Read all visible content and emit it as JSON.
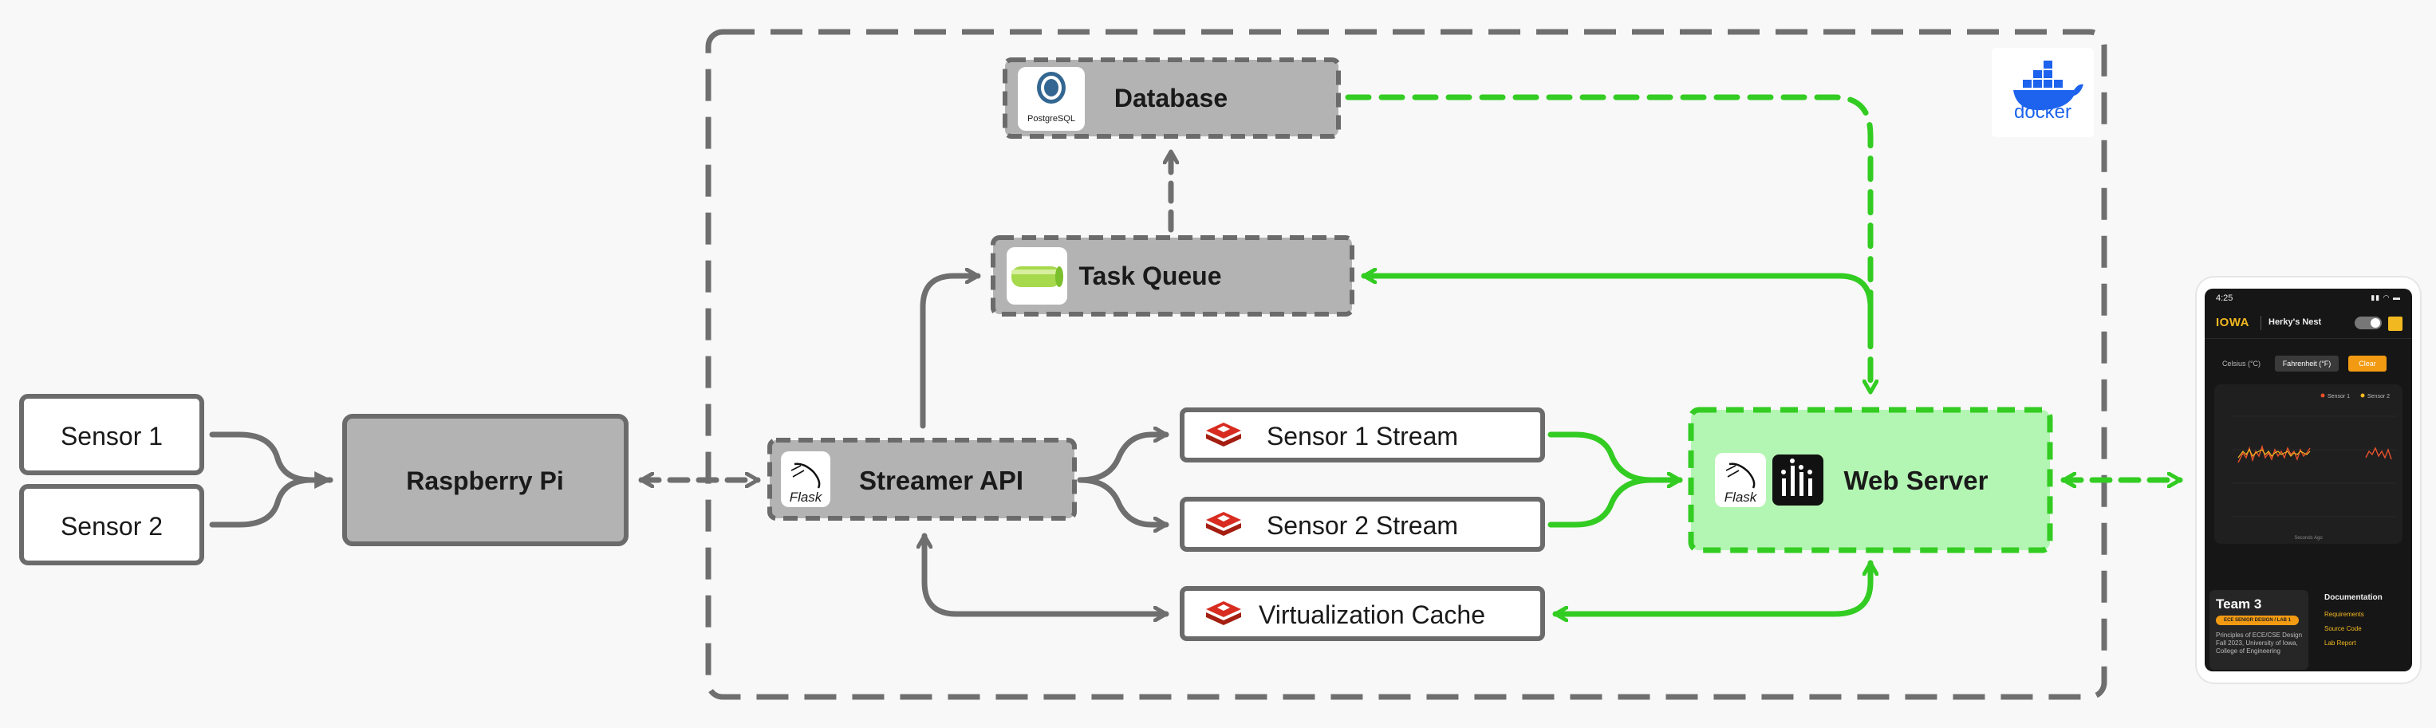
{
  "nodes": {
    "sensor1": "Sensor 1",
    "sensor2": "Sensor 2",
    "raspberry_pi": "Raspberry Pi",
    "streamer_api": "Streamer API",
    "task_queue": "Task Queue",
    "database": "Database",
    "sensor1_stream": "Sensor 1 Stream",
    "sensor2_stream": "Sensor 2 Stream",
    "virtualization_cache": "Virtualization Cache",
    "web_server": "Web Server"
  },
  "logos": {
    "flask": "Flask",
    "postgres": "PostgreSQL",
    "docker": "docker"
  },
  "icons": [
    "flask-icon",
    "postgresql-icon",
    "celery-icon",
    "redis-icon",
    "plotly-dash-icon",
    "docker-icon"
  ],
  "colors": {
    "gray_node": "#b3b3b3",
    "gray_border": "#6b6b6b",
    "white_node": "#ffffff",
    "web_server_fill": "#b3f5b3",
    "green": "#33cc22",
    "redis_red": "#d82c20",
    "docker_blue": "#1d63ed"
  },
  "phone": {
    "status_time": "4:25",
    "logo": "IOWA",
    "app_name": "Herky's Nest",
    "unit_celsius": "Celsius (°C)",
    "unit_fahrenheit": "Fahrenheit (°F)",
    "clear": "Clear",
    "legend_sensor1": "Sensor 1",
    "legend_sensor2": "Sensor 2",
    "x_axis": "Seconds Ago",
    "team": "Team 3",
    "course_badge": "ECE SENIOR DESIGN / LAB 1",
    "course_desc": "Principles of ECE/CSE Design Fall 2023, University of Iowa, College of Engineering",
    "docs_title": "Documentation",
    "links": [
      "Requirements",
      "Source Code",
      "Lab Report"
    ]
  }
}
